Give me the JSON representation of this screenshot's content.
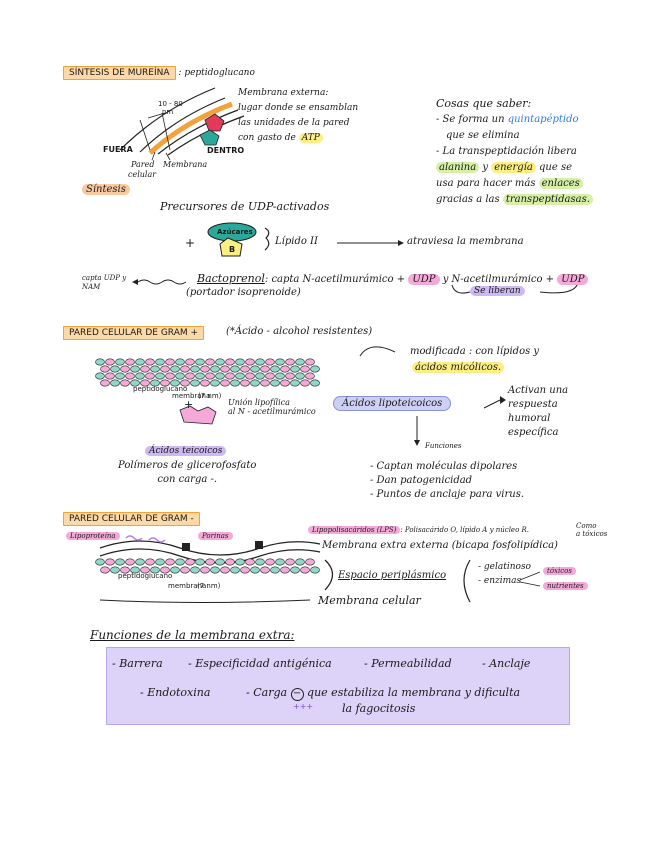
{
  "murein": {
    "heading": "SÍNTESIS DE MUREÍNA",
    "subtitle": ": peptidoglucano",
    "membrane_note": [
      "Membrana externa:",
      "lugar donde se ensamblan",
      "las unidades de la pared",
      "con gasto de"
    ],
    "atp": "ATP",
    "diagram_labels": {
      "range": "10 - 80",
      "unit": "nm",
      "dentro": "DENTRO",
      "fuera": "FUERA",
      "pared": "Pared",
      "celular": "celular",
      "membrana": "Membrana"
    }
  },
  "cosas": {
    "title": "Cosas que saber:",
    "line1_a": "- Se forma un",
    "line1_b": "quintapéptido",
    "line2": "que se elimina",
    "line3": "- La transpeptidación libera",
    "line4_a": "alanina",
    "line4_b": "y",
    "line4_c": "energía",
    "line4_d": "que se",
    "line5_a": "usa para hacer más",
    "line5_b": "enlaces",
    "line6_a": "gracias a las",
    "line6_b": "transpeptidasas."
  },
  "sintesis": {
    "tag": "Síntesis",
    "precursores": "Precursores de UDP-activados",
    "plus": "+",
    "azucares": "Azúcares",
    "b": "B",
    "lipido": "Lípido II",
    "atraviesa": "atraviesa la membrana",
    "capta_left": [
      "capta UDP y",
      "NAM"
    ],
    "bactoprenol": "Bactoprenol",
    "capta_text": ": capta  N-acetilmurámico +",
    "udp1": "UDP",
    "y_text": "y  N-acetilmurámico +",
    "udp2": "UDP",
    "portador": "(portador isoprenoide)",
    "se_liberan": "Se liberan"
  },
  "gram_pos": {
    "heading": "PARED CELULAR DE GRAM +",
    "acido_alcohol": "(*Ácido - alcohol resistentes)",
    "modificada": "modificada : con lípidos y",
    "acidos_micolicos": "ácidos micólicos.",
    "peptidoglucano_small": "peptidoglucano",
    "membrana_small": "membrana",
    "nm_small": "(7 nm)",
    "plus": "+",
    "union": [
      "Unión lipofílica",
      "al N - acetilmurámico"
    ],
    "lipoteicoicos": "Ácidos lipoteicoicos",
    "activan": [
      "Activan una",
      "respuesta",
      "humoral",
      "específica"
    ],
    "funciones": "Funciones",
    "teicoicos": "Ácidos teicoicos",
    "polimeros": [
      "Polímeros de glicerofosfato",
      "con carga -."
    ],
    "funciones_list": [
      "- Captan moléculas dipolares",
      "- Dan patogenicidad",
      "- Puntos de anclaje para virus."
    ]
  },
  "gram_neg": {
    "heading": "PARED CELULAR DE GRAM -",
    "lipoproteina": "Lipoproteína",
    "porinas": "Porinas",
    "lps": "Lipopolisacáridos (LPS)",
    "lps_desc": ": Polisacárido O, lípido A y núcleo R.",
    "como_toxicos": [
      "Como",
      "a tóxicos"
    ],
    "membrana_externa": "Membrana extra externa (bicapa fosfolipídica)",
    "espacio": "Espacio periplásmico",
    "gelatinoso": "- gelatinoso",
    "enzimas": "- enzimas",
    "toxicos": "tóxicos",
    "nutrientes": "nutrientes",
    "peptidoglucano_small": "peptidoglucano",
    "membrana_small": "membrana",
    "nm_small": "(7 nm)",
    "membrana_celular": "Membrana celular"
  },
  "funciones": {
    "title": "Funciones de la membrana extra:",
    "row1": [
      "- Barrera",
      "- Especificidad antigénica",
      "- Permeabilidad",
      "- Anclaje"
    ],
    "endotoxina": "- Endotoxina",
    "carga_a": "- Carga",
    "carga_minus": "−",
    "carga_b": "que estabiliza la membrana y dificulta",
    "fagocitosis": "la fagocitosis",
    "plus_signs": "+++"
  },
  "colors": {
    "orange": "#f3a23b",
    "pink": "#f4a9d9",
    "purple": "#cdb8f2",
    "green": "#d6f0a8",
    "yellow": "#fbef84",
    "red_pentagon": "#e23a5a",
    "teal": "#2aa89a"
  }
}
